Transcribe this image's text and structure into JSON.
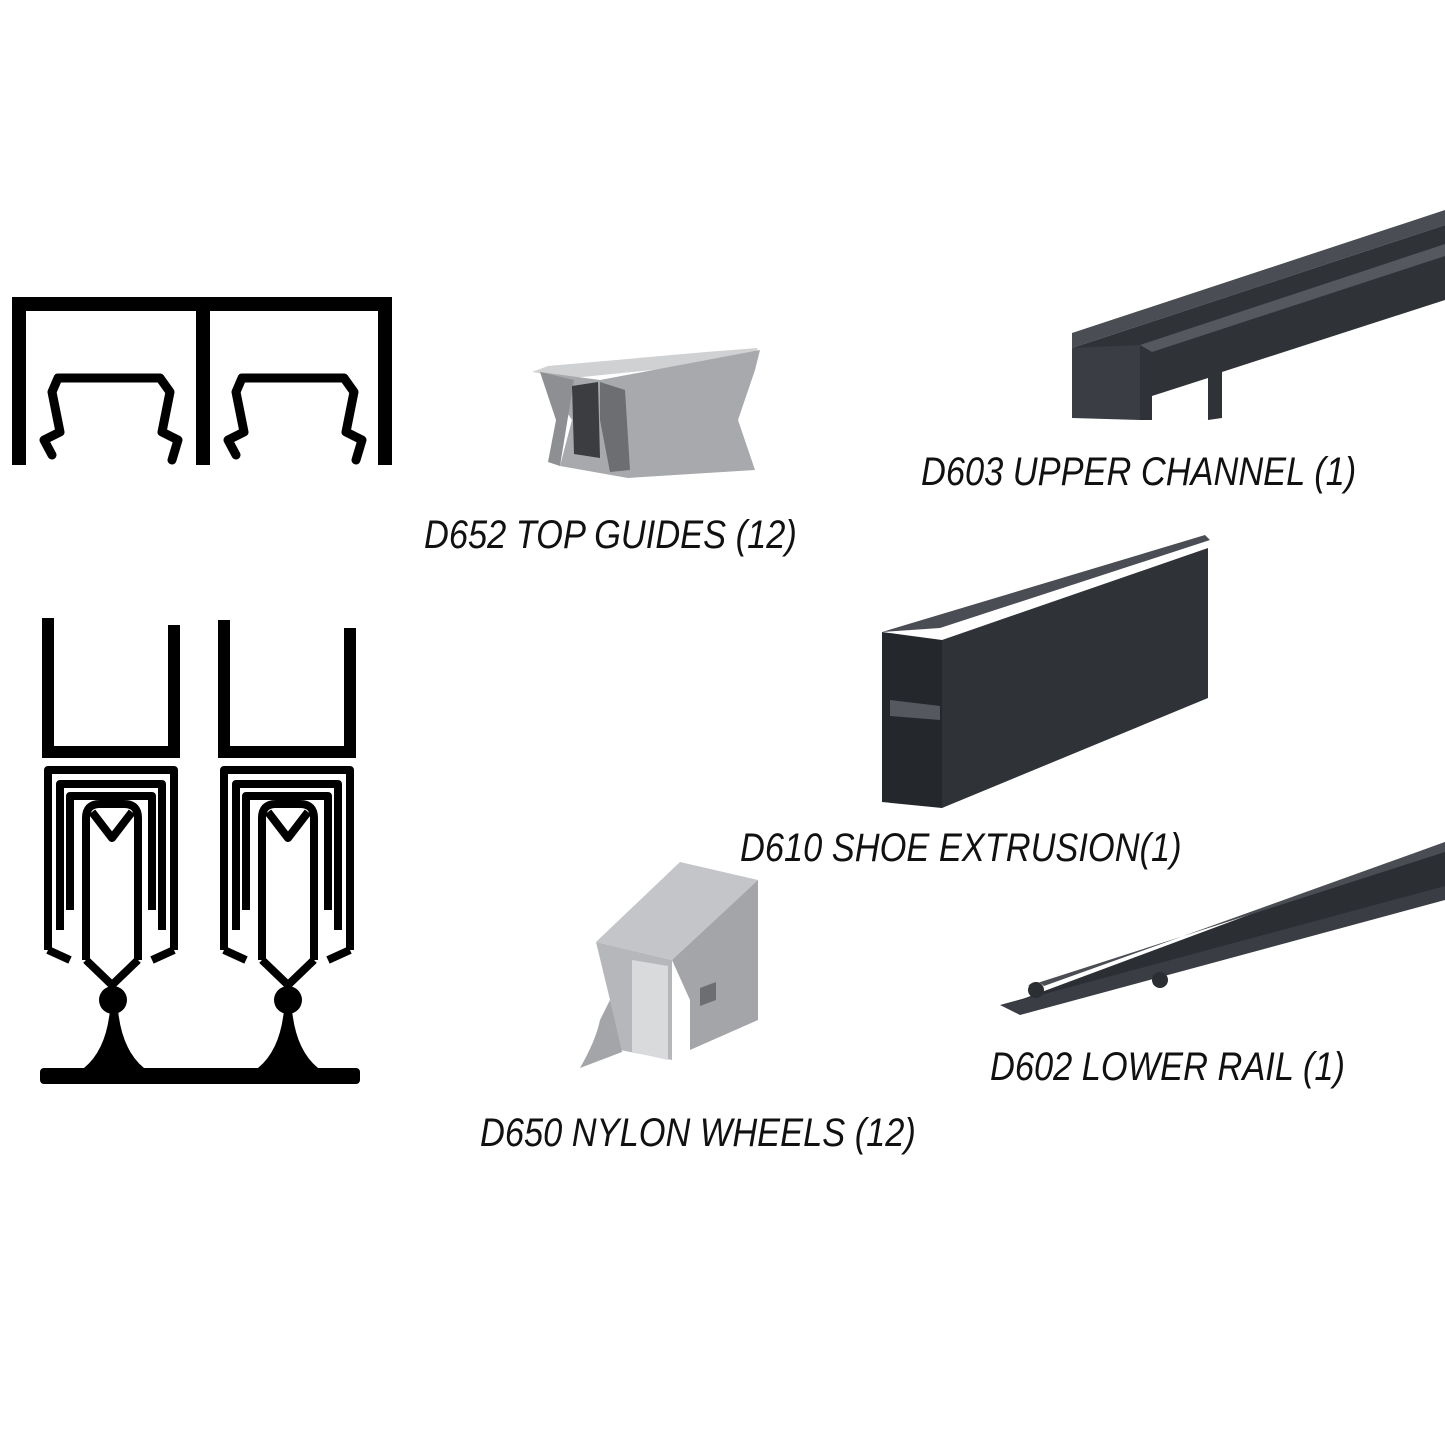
{
  "parts": [
    {
      "id": "top-guides",
      "label": "D652 TOP GUIDES (12)"
    },
    {
      "id": "upper-channel",
      "label": "D603 UPPER CHANNEL (1)"
    },
    {
      "id": "shoe-extrusion",
      "label": "D610 SHOE EXTRUSION(1)"
    },
    {
      "id": "lower-rail",
      "label": "D602 LOWER RAIL (1)"
    },
    {
      "id": "nylon-wheels",
      "label": "D650 NYLON WHEELS (12)"
    }
  ],
  "colors": {
    "background": "#ffffff",
    "profile_ink": "#000000",
    "extrusion_dark": "#2b2e33",
    "extrusion_mid": "#3a3d43",
    "plastic_gray": "#a9abae",
    "label_text": "#111111"
  }
}
